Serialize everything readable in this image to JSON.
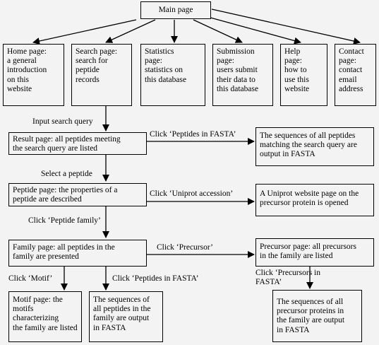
{
  "boxes": {
    "main": "Main page",
    "home": "Home page:\na general\nintroduction\non this\nwebsite",
    "search": "Search page:\nsearch for\npeptide\nrecords",
    "stats": "Statistics\npage:\nstatistics on\nthis database",
    "submission": "Submission\npage:\nusers submit\ntheir data to\nthis database",
    "help": "Help\npage:\nhow to\nuse this\nwebsite",
    "contact": "Contact\npage:\ncontact\nemail\naddress",
    "result": "Result page: all peptides meeting\nthe search query are listed",
    "fasta_result": "The sequences of all peptides\nmatching the search query are\noutput in FASTA",
    "peptide": "Peptide page: the properties of a\npeptide are described",
    "uniprot": "A Uniprot website page on the\nprecursor protein is opened",
    "family": "Family page: all peptides in the\nfamily are presented",
    "precursor": "Precursor page: all precursors\nin the family are listed",
    "motif": "Motif page: the\nmotifs\ncharacterizing\nthe family are listed",
    "fasta_family": "The sequences of\nall peptides in the\nfamily are output\nin FASTA",
    "fasta_precursor": "The sequences of all\nprecursor proteins in\nthe family are output\nin FASTA"
  },
  "labels": {
    "input_query": "Input search query",
    "click_fasta_1": "Click ‘Peptides in FASTA’",
    "select_peptide": "Select a peptide",
    "click_uniprot": "Click ‘Uniprot accession’",
    "click_family": "Click ‘Peptide family’",
    "click_precursor": "Click ‘Precursor’",
    "click_motif": "Click ‘Motif’",
    "click_fasta_2": "Click ‘Peptides in FASTA’",
    "click_precursors_fasta": "Click ‘Precursors in\nFASTA’"
  }
}
